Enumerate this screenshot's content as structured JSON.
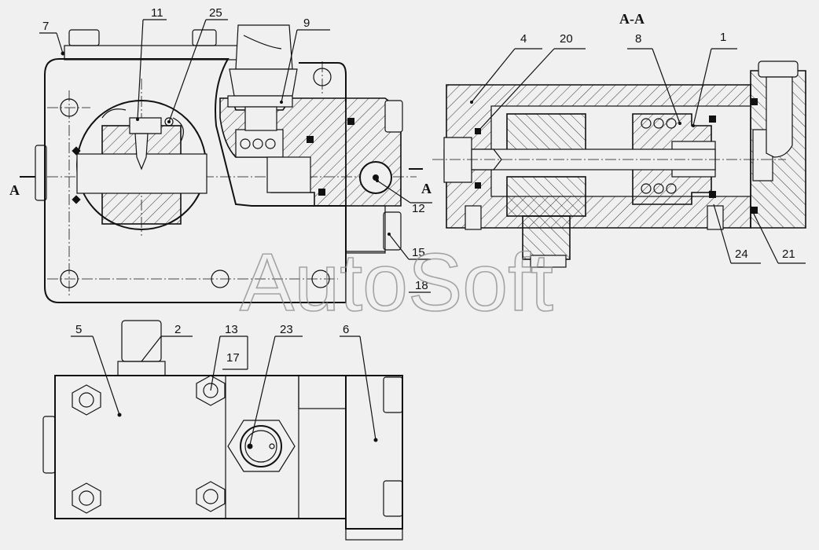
{
  "watermark": "AutoSoft",
  "section_mark": "A-A",
  "section_letter": "A",
  "callouts": {
    "c1": "1",
    "c2": "2",
    "c4": "4",
    "c5": "5",
    "c6": "6",
    "c7": "7",
    "c8": "8",
    "c9": "9",
    "c11": "11",
    "c12": "12",
    "c13": "13",
    "c15": "15",
    "c17": "17",
    "c18": "18",
    "c20": "20",
    "c21": "21",
    "c23": "23",
    "c24": "24",
    "c25": "25"
  }
}
